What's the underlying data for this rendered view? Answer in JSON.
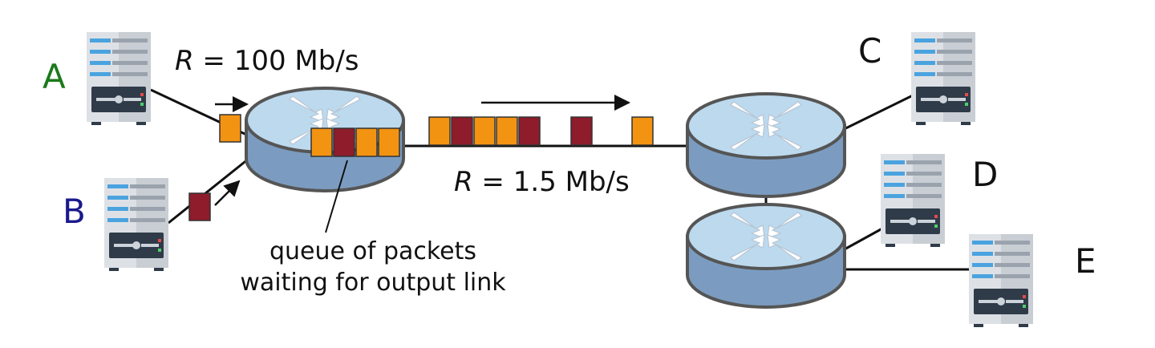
{
  "hosts": {
    "a": {
      "label": "A",
      "color": "#1a7a1a"
    },
    "b": {
      "label": "B",
      "color": "#1a1a8c"
    },
    "c": {
      "label": "C",
      "color": "#111111"
    },
    "d": {
      "label": "D",
      "color": "#111111"
    },
    "e": {
      "label": "E",
      "color": "#111111"
    }
  },
  "links": {
    "access": {
      "symbol": "R",
      "rest": " = 100 Mb/s"
    },
    "bottleneck": {
      "symbol": "R",
      "rest": " = 1.5 Mb/s"
    }
  },
  "queue_caption": {
    "line1": "queue of packets",
    "line2": "waiting for output link"
  },
  "packets": {
    "queue": [
      "A",
      "B",
      "A",
      "A"
    ],
    "on_link": [
      "A",
      "B",
      "A",
      "A",
      "B",
      "B",
      "A"
    ],
    "arriving_a": "A",
    "arriving_b": "B"
  },
  "colors": {
    "packet_a": "#f39312",
    "packet_b": "#8e1c2b",
    "router_top": "#bcd9ee",
    "router_side": "#7b9cc0",
    "router_outline": "#555555"
  },
  "icons": {
    "server": "server-icon",
    "router": "router-icon",
    "arrow": "arrow-right-icon"
  }
}
